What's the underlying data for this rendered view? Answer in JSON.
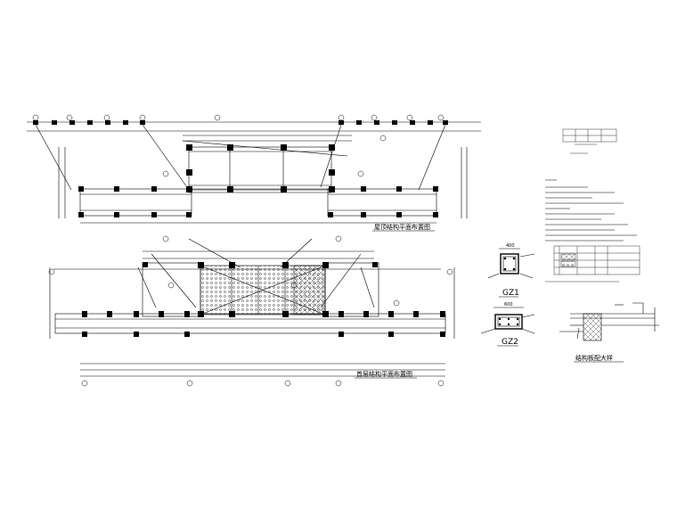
{
  "drawing": {
    "title_roof": "屋顶结构平面布置图",
    "title_ground": "首层结构平面布置图",
    "title_detail": "结构板配大样",
    "col_gz1": "GZ1",
    "col_gz2": "GZ2",
    "dim_gz1_top": "400",
    "dim_gz2_top": "600"
  }
}
